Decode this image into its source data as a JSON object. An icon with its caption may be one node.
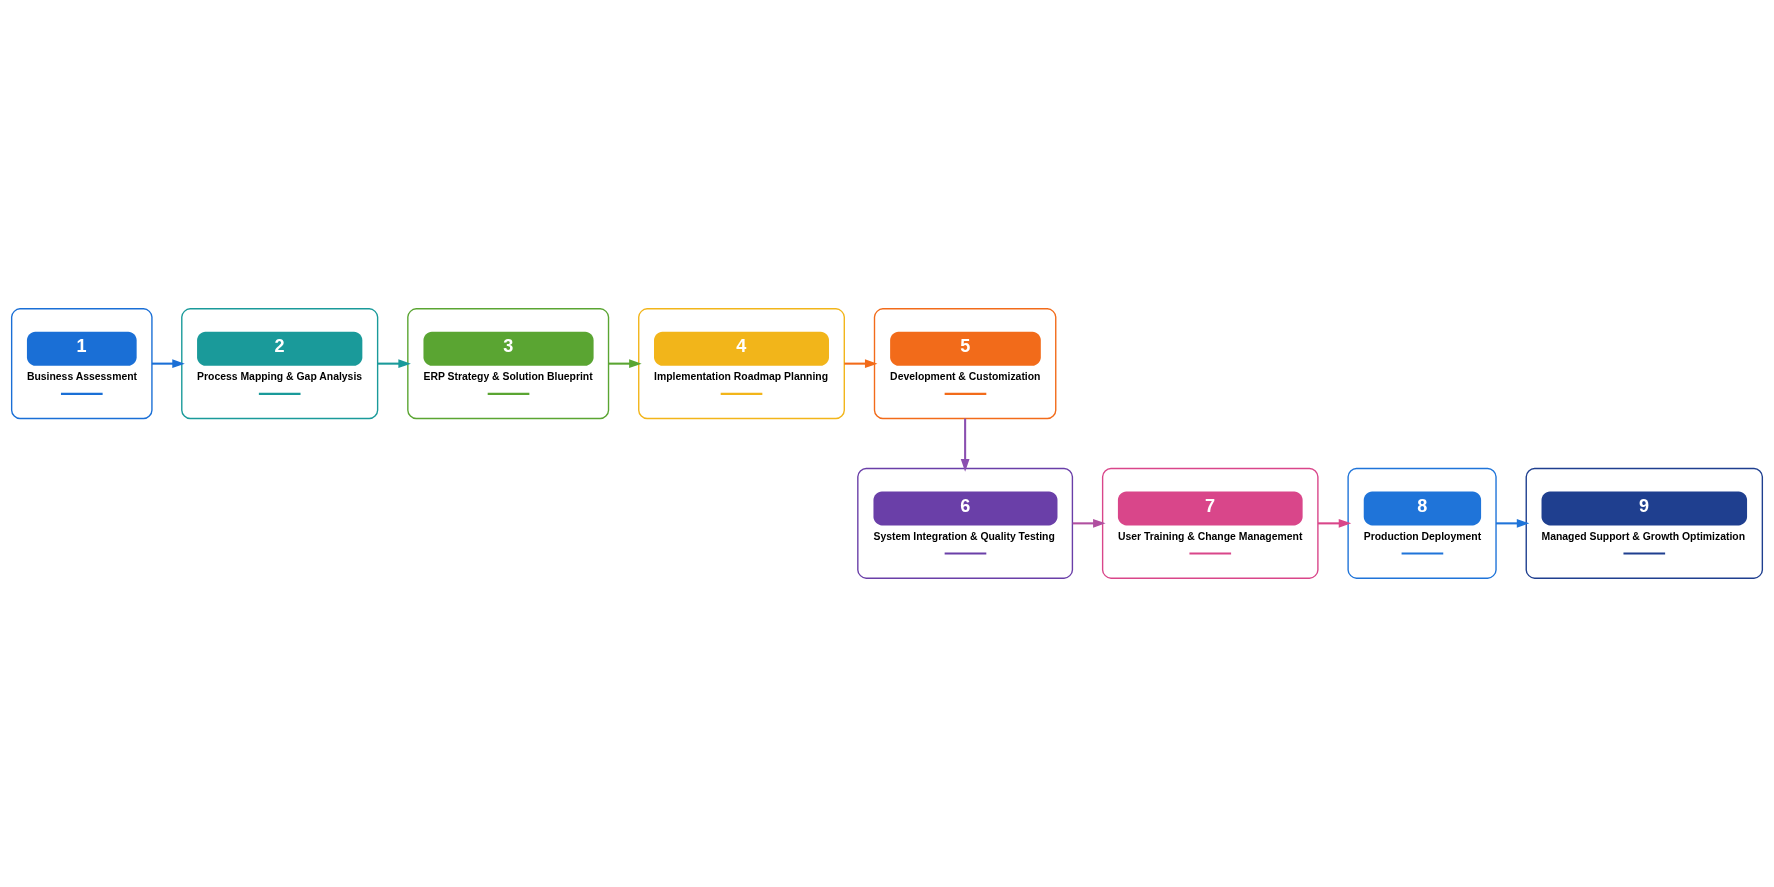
{
  "diagram": {
    "nodes": [
      {
        "text": [
          "1",
          "Business Assessment"
        ]
      },
      {
        "text": [
          "2",
          "Process Mapping & Gap Analysis"
        ]
      },
      {
        "text": [
          "3",
          "ERP Strategy & Solution Blueprint"
        ]
      },
      {
        "text": [
          "4",
          "Implementation Roadmap Planning"
        ]
      },
      {
        "text": [
          "5",
          "Development & Customization"
        ]
      },
      {
        "text": [
          "6",
          "System Integration & Quality Testing"
        ]
      },
      {
        "text": [
          "7",
          "User Training & Change Management"
        ]
      },
      {
        "text": [
          "8",
          "Production Deployment"
        ]
      },
      {
        "text": [
          "9",
          "Managed Support & Growth Optimization"
        ]
      }
    ],
    "edges": [
      {
        "from": 0,
        "to": 1,
        "arrow": "to",
        "color": "#1a6fd6"
      },
      {
        "from": 1,
        "to": 2,
        "arrow": "to",
        "color": "#1a9a9a"
      },
      {
        "from": 2,
        "to": 3,
        "arrow": "to",
        "color": "#5aa532"
      },
      {
        "from": 3,
        "to": 4,
        "arrow": "to",
        "color": "#f26b1a"
      },
      {
        "from": 4,
        "to": 5,
        "arrow": "to",
        "color": "#8a4fb0"
      },
      {
        "from": 5,
        "to": 6,
        "arrow": "to",
        "color": "#b04fa0"
      },
      {
        "from": 6,
        "to": 7,
        "arrow": "to",
        "color": "#d9468a"
      },
      {
        "from": 7,
        "to": 8,
        "arrow": "to",
        "color": "#1f74d9"
      }
    ]
  }
}
